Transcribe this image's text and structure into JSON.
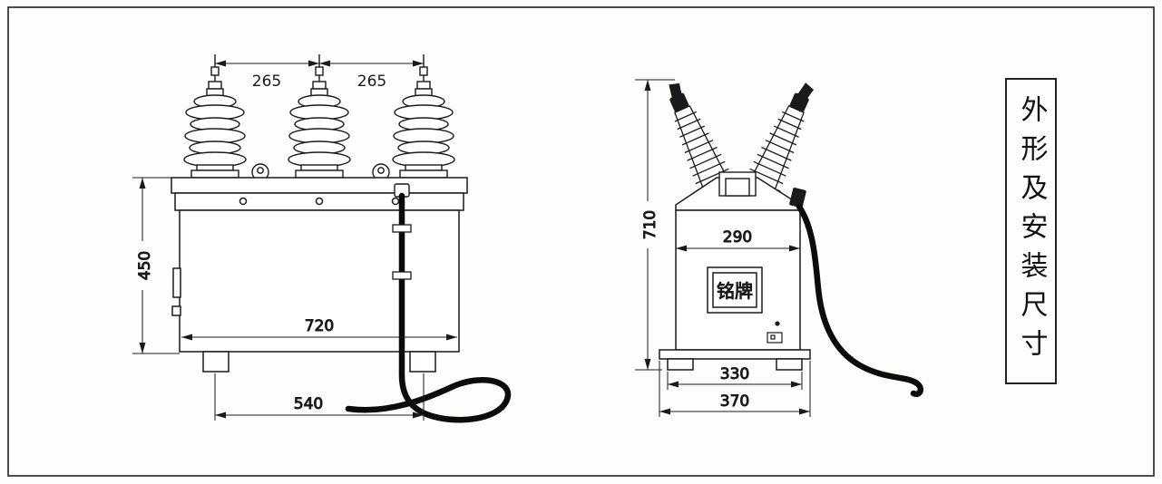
{
  "panel": {
    "title": "外形及安装尺寸"
  },
  "front_view": {
    "dims": {
      "pitch_left": "265",
      "pitch_right": "265",
      "height": "450",
      "width": "720",
      "base": "540"
    }
  },
  "side_view": {
    "dims": {
      "height": "710",
      "width": "290",
      "base_inner": "330",
      "base_outer": "370"
    },
    "nameplate": "铭牌"
  },
  "colors": {
    "line": "#1a1a1a",
    "background": "#fdfdfb"
  }
}
